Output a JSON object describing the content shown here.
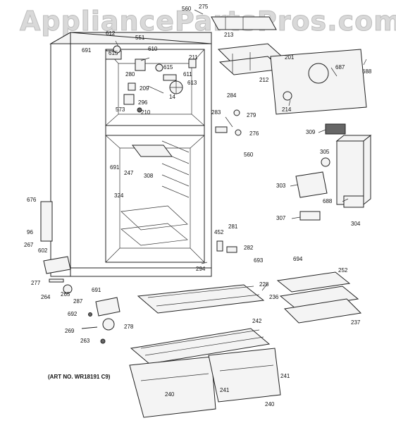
{
  "watermark": "AppliancePartsPros.com",
  "art_number": "(ART NO. WR18191 C9)",
  "labels": [
    "560",
    "275",
    "213",
    "612",
    "551",
    "691",
    "615",
    "610",
    "211",
    "201",
    "687",
    "688",
    "280",
    "615",
    "611",
    "613",
    "212",
    "209",
    "14",
    "296",
    "573",
    "210",
    "284",
    "279",
    "283",
    "276",
    "560",
    "214",
    "309",
    "305",
    "691",
    "247",
    "308",
    "324",
    "303",
    "688",
    "676",
    "96",
    "307",
    "304",
    "267",
    "602",
    "452",
    "281",
    "282",
    "693",
    "694",
    "252",
    "277",
    "265",
    "264",
    "691",
    "294",
    "228",
    "236",
    "237",
    "287",
    "692",
    "278",
    "269",
    "263",
    "242",
    "240",
    "241",
    "241",
    "240"
  ]
}
